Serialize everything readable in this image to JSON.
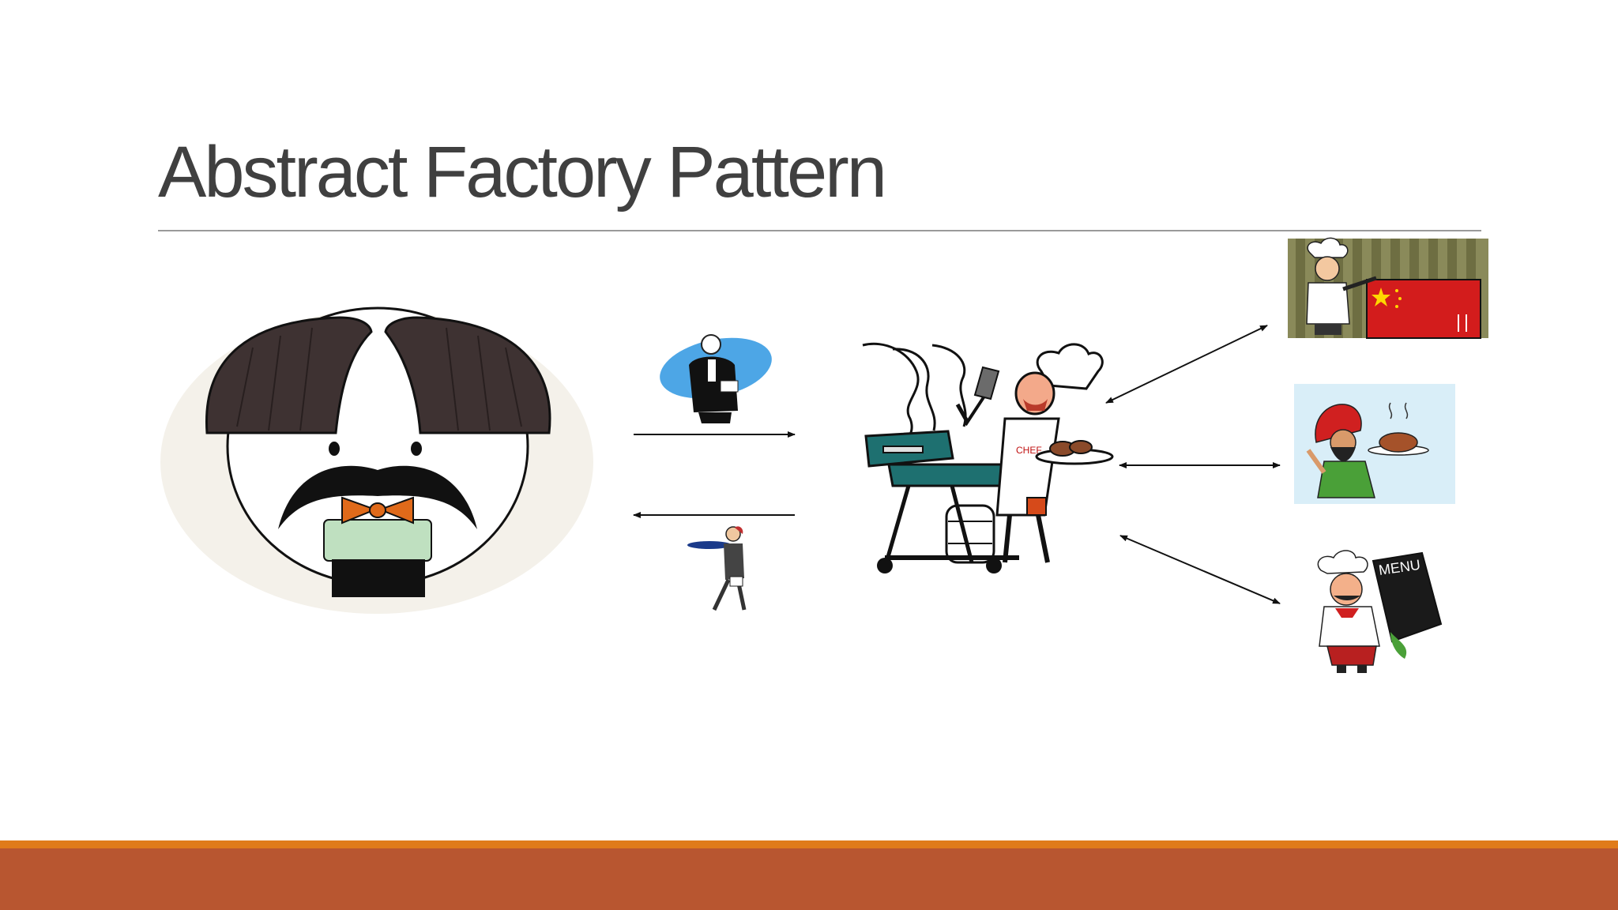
{
  "slide": {
    "title": "Abstract Factory Pattern"
  },
  "figures": {
    "customer": "customer-cartoon",
    "waiter_order": "waiter-bowing-icon",
    "waiter_serve": "waiter-walking-icon",
    "chef": "grill-chef-icon",
    "chinese_chef": "chinese-chef-icon",
    "indian_chef": "indian-chef-icon",
    "menu_chef": "menu-chef-icon"
  },
  "menu_card": {
    "label": "MENU"
  },
  "chef_apron": {
    "label": "CHEF"
  },
  "colors": {
    "title": "#404040",
    "footer_stripe": "#e07b1a",
    "footer_band": "#b85630",
    "china_flag": "#d31c1c"
  }
}
